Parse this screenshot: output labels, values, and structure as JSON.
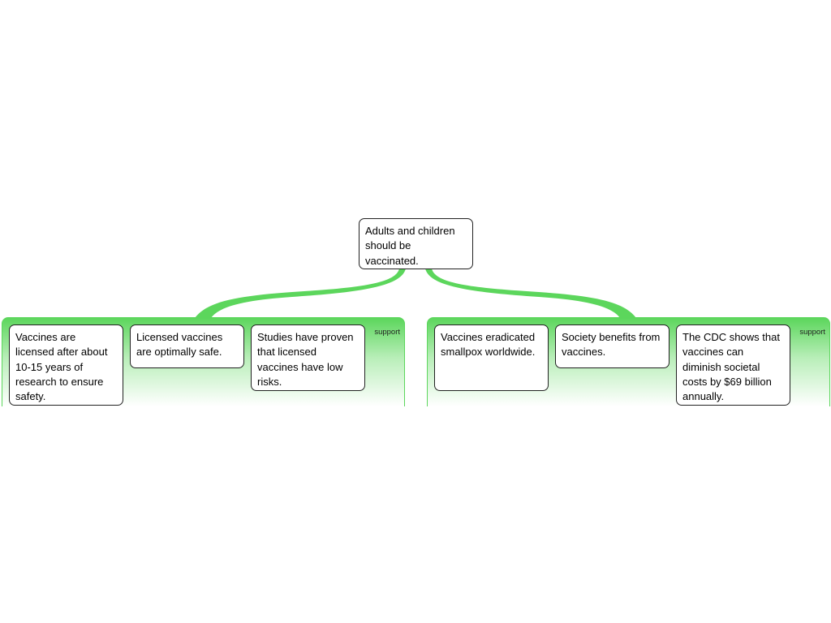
{
  "root": {
    "text": "Adults and children should be vaccinated."
  },
  "groups": [
    {
      "label": "support",
      "premises": [
        "Vaccines are licensed after about 10-15 years of research to ensure safety.",
        "Licensed vaccines are optimally safe.",
        "Studies have proven that licensed vaccines have low risks."
      ]
    },
    {
      "label": "support",
      "premises": [
        "Vaccines eradicated smallpox worldwide.",
        "Society benefits from vaccines.",
        "The CDC shows that vaccines can diminish societal costs by $69 billion annually."
      ]
    }
  ],
  "colors": {
    "support": "#5cd65c",
    "border": "#222222"
  }
}
